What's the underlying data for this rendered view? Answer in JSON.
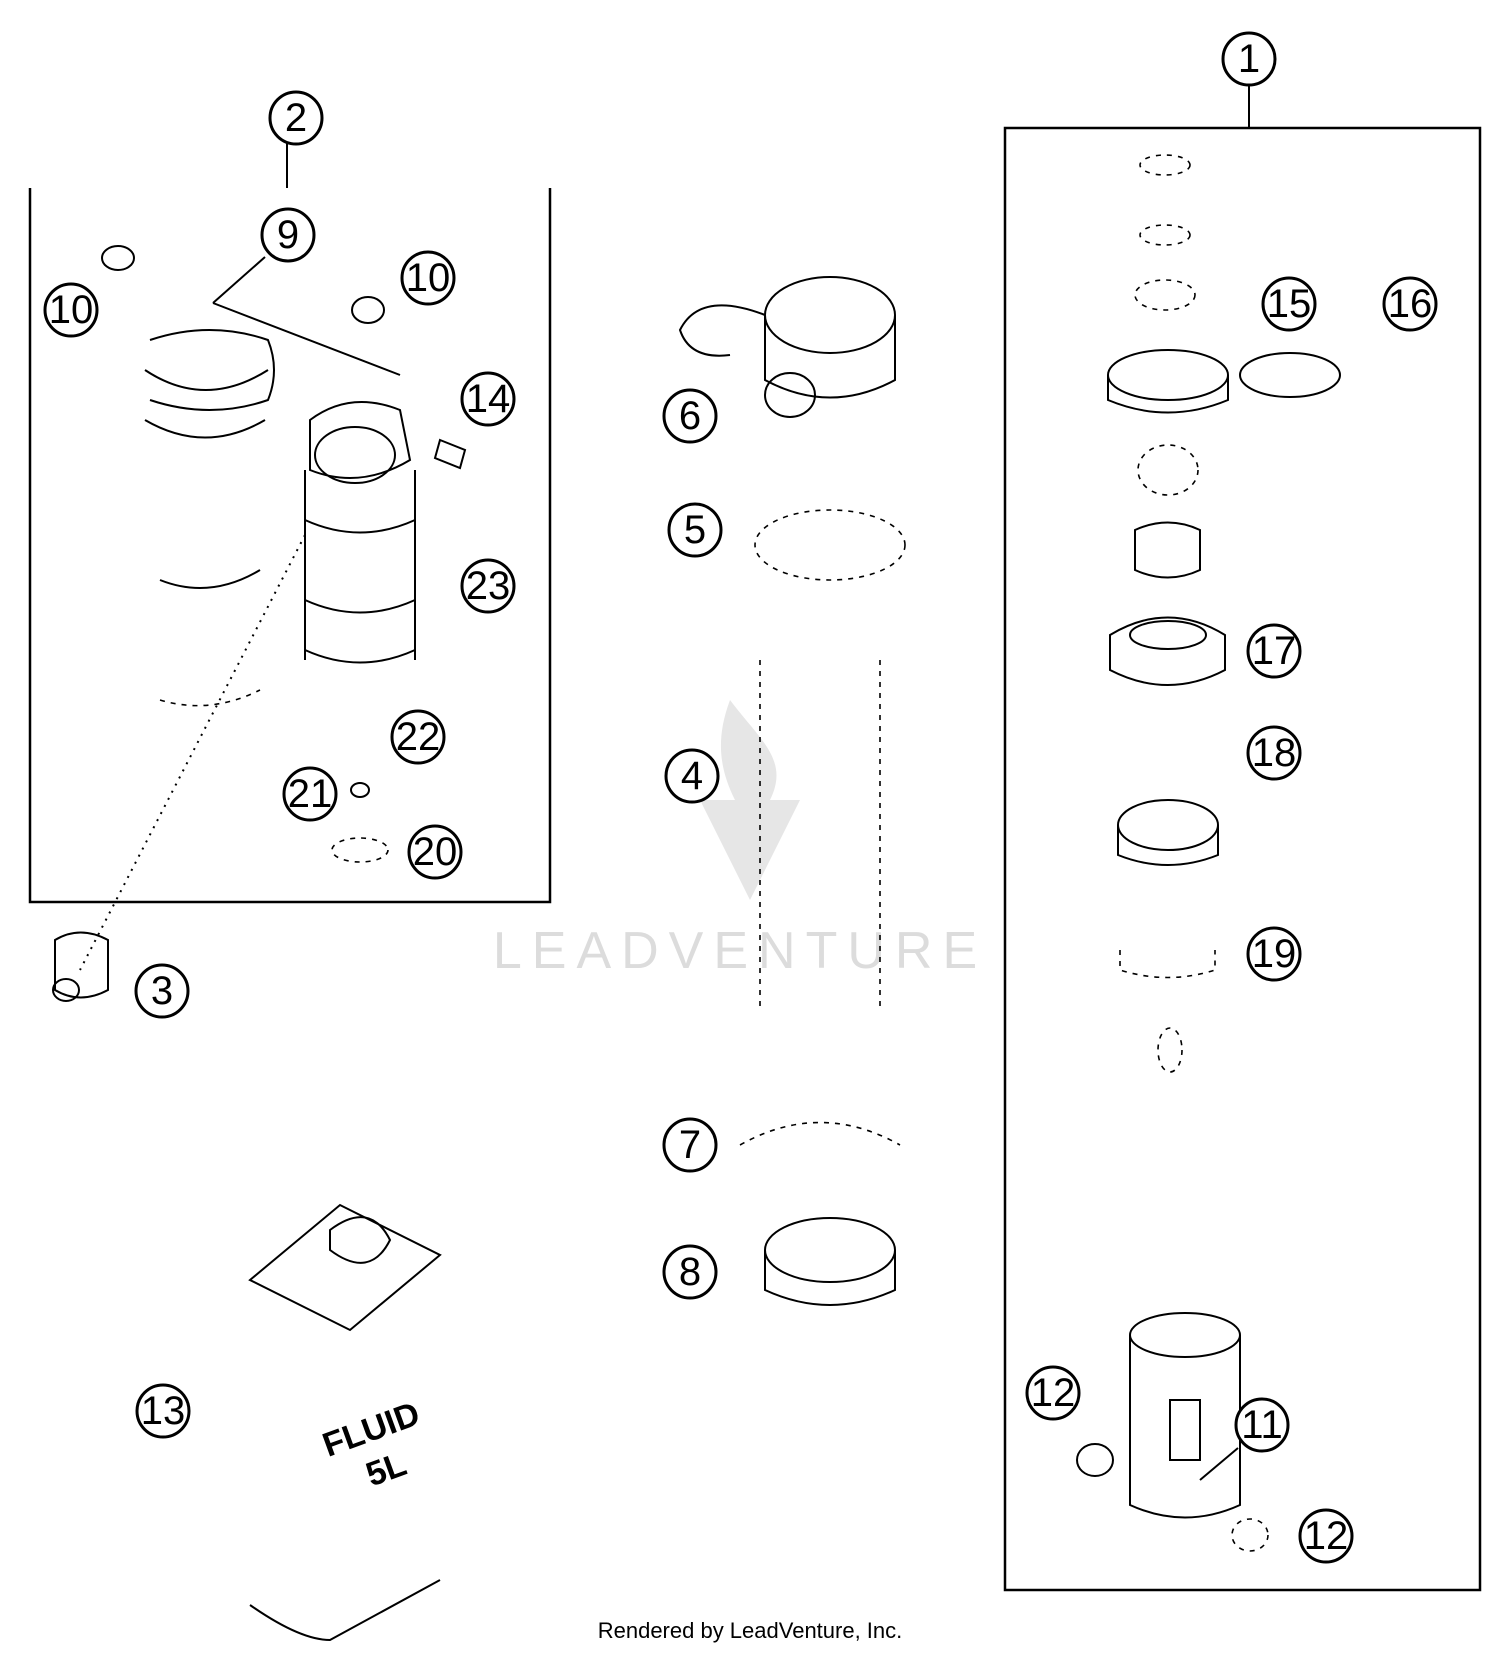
{
  "watermark": {
    "text": "LEADVENTURE"
  },
  "credit": "Rendered by LeadVenture, Inc.",
  "fluid_container": {
    "line1": "FLUID",
    "line2": "5L"
  },
  "callouts": [
    {
      "id": "1",
      "label": "1"
    },
    {
      "id": "2",
      "label": "2"
    },
    {
      "id": "3",
      "label": "3"
    },
    {
      "id": "4",
      "label": "4"
    },
    {
      "id": "5",
      "label": "5"
    },
    {
      "id": "6",
      "label": "6"
    },
    {
      "id": "7",
      "label": "7"
    },
    {
      "id": "8",
      "label": "8"
    },
    {
      "id": "9",
      "label": "9"
    },
    {
      "id": "10a",
      "label": "10"
    },
    {
      "id": "10b",
      "label": "10"
    },
    {
      "id": "11",
      "label": "11"
    },
    {
      "id": "12a",
      "label": "12"
    },
    {
      "id": "12b",
      "label": "12"
    },
    {
      "id": "13",
      "label": "13"
    },
    {
      "id": "14",
      "label": "14"
    },
    {
      "id": "15",
      "label": "15"
    },
    {
      "id": "16",
      "label": "16"
    },
    {
      "id": "17",
      "label": "17"
    },
    {
      "id": "18",
      "label": "18"
    },
    {
      "id": "19",
      "label": "19"
    },
    {
      "id": "20",
      "label": "20"
    },
    {
      "id": "21",
      "label": "21"
    },
    {
      "id": "22",
      "label": "22"
    },
    {
      "id": "23",
      "label": "23"
    }
  ]
}
